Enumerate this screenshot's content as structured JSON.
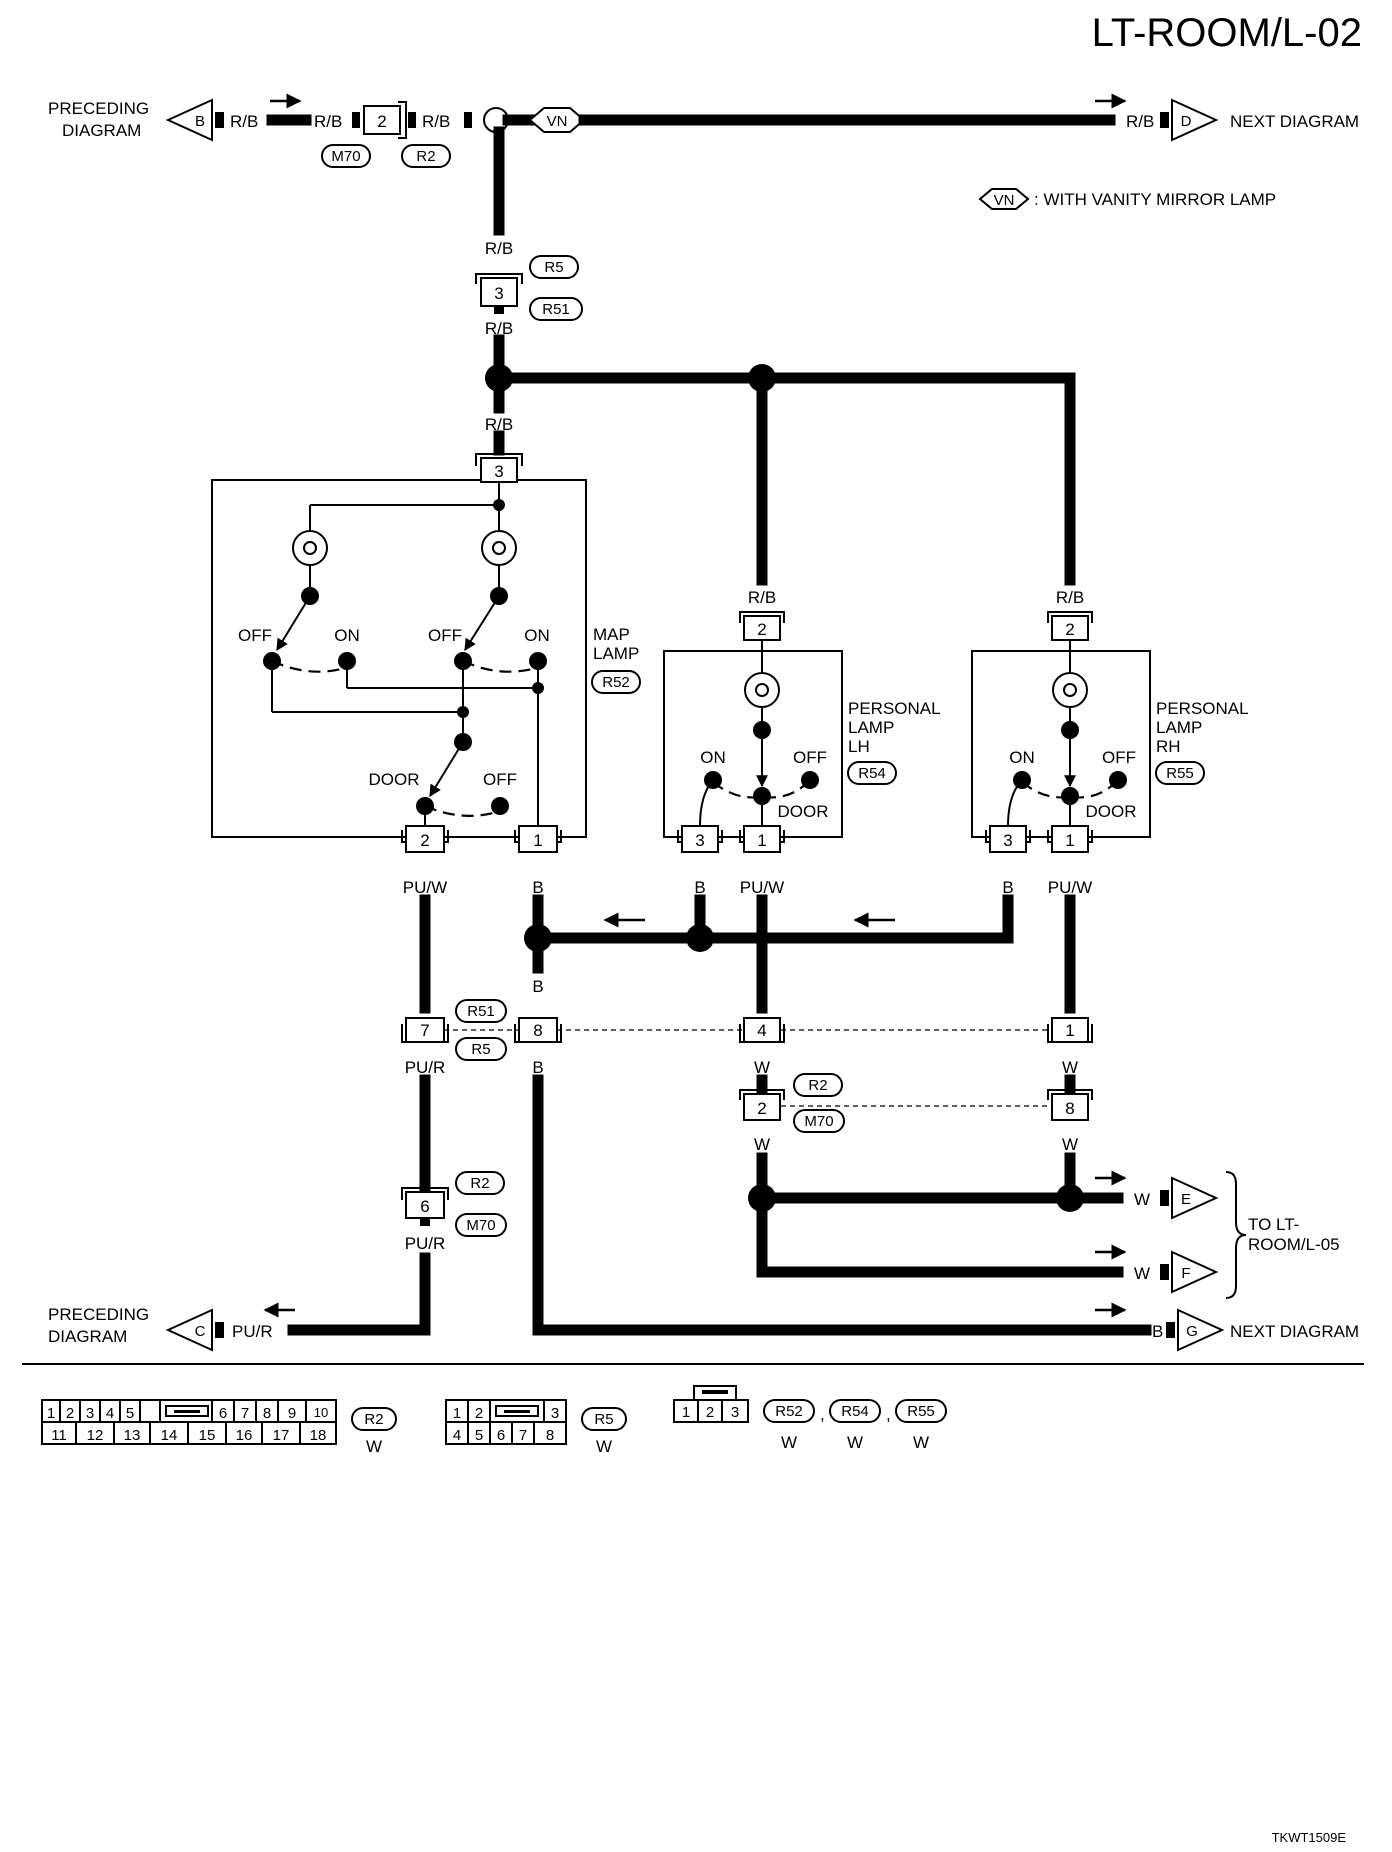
{
  "page_title": "LT-ROOM/L-02",
  "figure_code": "TKWT1509E",
  "legend": {
    "symbol": "VN",
    "text": ": WITH VANITY MIRROR LAMP"
  },
  "off_page": {
    "preceding_b": {
      "letter": "B",
      "label_line1": "PRECEDING",
      "label_line2": "DIAGRAM",
      "wire": "R/B"
    },
    "next_d": {
      "letter": "D",
      "label": "NEXT DIAGRAM",
      "wire": "R/B"
    },
    "preceding_c": {
      "letter": "C",
      "label_line1": "PRECEDING",
      "label_line2": "DIAGRAM",
      "wire": "PU/R"
    },
    "next_g": {
      "letter": "G",
      "label": "NEXT DIAGRAM",
      "wire": "B"
    },
    "e": {
      "letter": "E",
      "wire": "W"
    },
    "f": {
      "letter": "F",
      "wire": "W"
    },
    "to_label_line1": "TO LT-",
    "to_label_line2": "ROOM/L-05"
  },
  "top_line": {
    "wire_left": "R/B",
    "wire_mid": "R/B",
    "wire_right": "R/B",
    "pin": "2",
    "conn_a": "M70",
    "conn_b": "R2",
    "option": "VN"
  },
  "riser": {
    "wire_top": "R/B",
    "pin": "3",
    "conn_a": "R5",
    "conn_b": "R51",
    "wire_below": "R/B",
    "wire_to_map": "R/B"
  },
  "map_lamp": {
    "name_line1": "MAP",
    "name_line2": "LAMP",
    "connector": "R52",
    "pin_top": "3",
    "pin_left": "2",
    "pin_right": "1",
    "sw_off_1": "OFF",
    "sw_on_1": "ON",
    "sw_off_2": "OFF",
    "sw_on_2": "ON",
    "door": "DOOR",
    "door_off": "OFF",
    "wire_left": "PU/W",
    "wire_right": "B"
  },
  "personal_lh": {
    "name_line1": "PERSONAL",
    "name_line2": "LAMP",
    "name_line3": "LH",
    "connector": "R54",
    "pin_top": "2",
    "pin_left": "3",
    "pin_right": "1",
    "on": "ON",
    "off": "OFF",
    "door": "DOOR",
    "wire_top": "R/B",
    "wire_left": "B",
    "wire_right": "PU/W"
  },
  "personal_rh": {
    "name_line1": "PERSONAL",
    "name_line2": "LAMP",
    "name_line3": "RH",
    "connector": "R55",
    "pin_top": "2",
    "pin_left": "3",
    "pin_right": "1",
    "on": "ON",
    "off": "OFF",
    "door": "DOOR",
    "wire_top": "R/B",
    "wire_left": "B",
    "wire_right": "PU/W"
  },
  "row_r51_r5": {
    "conn_a": "R51",
    "conn_b": "R5",
    "pin_a": "7",
    "pin_b": "8",
    "pin_c": "4",
    "pin_d": "1",
    "wire_b_above": "B",
    "wire_a_below": "PU/R",
    "wire_b_below": "B",
    "wire_c_below": "W",
    "wire_d_below": "W"
  },
  "row_r2_m70": {
    "conn_a": "R2",
    "conn_b": "M70",
    "pin_a": "2",
    "pin_b": "8",
    "wire_a_below": "W",
    "wire_b_below": "W"
  },
  "pu_r_joint": {
    "conn_a": "R2",
    "conn_b": "M70",
    "pin": "6",
    "wire_below": "PU/R"
  },
  "connector_faces": {
    "r2": {
      "row1": [
        "1",
        "2",
        "3",
        "4",
        "5",
        "6",
        "7",
        "8",
        "9",
        "10"
      ],
      "row2": [
        "11",
        "12",
        "13",
        "14",
        "15",
        "16",
        "17",
        "18"
      ],
      "name": "R2",
      "color": "W"
    },
    "r5": {
      "row1": [
        "1",
        "2",
        "3"
      ],
      "row2": [
        "4",
        "5",
        "6",
        "7",
        "8"
      ],
      "name": "R5",
      "color": "W"
    },
    "lamps": {
      "row1": [
        "1",
        "2",
        "3"
      ],
      "names": [
        "R52",
        "R54",
        "R55"
      ],
      "colors": [
        "W",
        "W",
        "W"
      ],
      "separator": ","
    }
  }
}
